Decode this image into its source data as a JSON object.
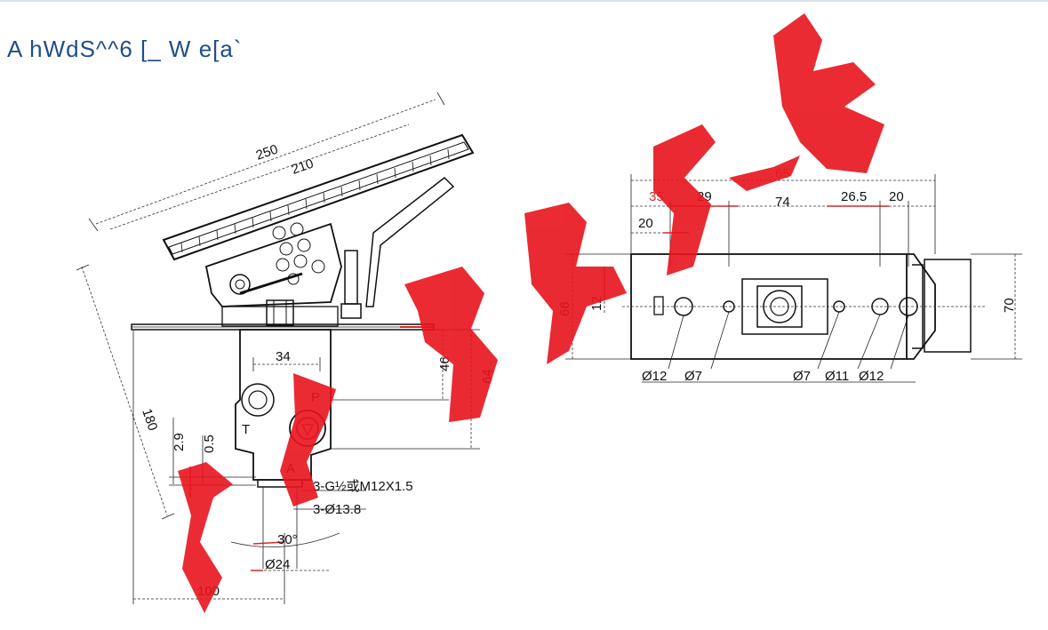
{
  "page": {
    "heading": "A hWdS^^6 [_ W e[a`"
  },
  "side_view": {
    "dim_250": "250",
    "dim_210": "210",
    "dim_180": "180",
    "dim_34": "34",
    "dim_46": "46",
    "dim_64": "64",
    "dim_2_9": "2.9",
    "dim_0_5": "0.5",
    "dim_30": "30°",
    "dim_24": "Ø24",
    "dim_100": "100",
    "port_p": "P",
    "port_t": "T",
    "port_a": "A",
    "thread_note": "3-G½或M12X1.5",
    "bore_note": "3-Ø13.8"
  },
  "top_view": {
    "dim_65": "65",
    "dim_35": "35",
    "dim_29": "29",
    "dim_74": "74",
    "dim_26_5": "26.5",
    "dim_20a": "20",
    "dim_20b": "20",
    "dim_66": "66",
    "dim_12": "12",
    "dim_70": "70",
    "hole_12a": "Ø12",
    "hole_7a": "Ø7",
    "hole_7b": "Ø7",
    "hole_11": "Ø11",
    "hole_12b": "Ø12"
  },
  "watermark": {
    "text": "鑫仁传机备",
    "color": "#e8141e"
  }
}
